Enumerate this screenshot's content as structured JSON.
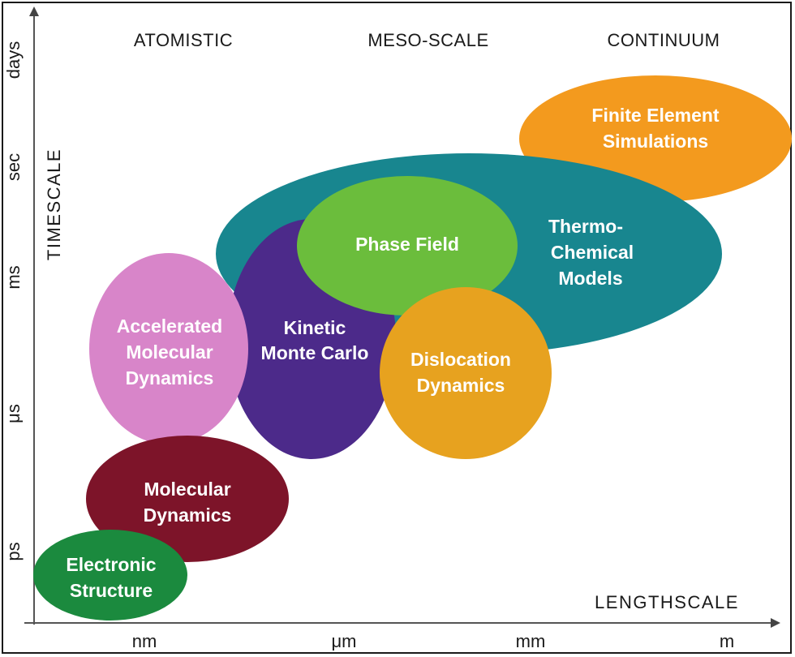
{
  "regions": {
    "atomistic": "ATOMISTIC",
    "meso": "MESO-SCALE",
    "continuum": "CONTINUUM"
  },
  "axes": {
    "y_title": "TIMESCALE",
    "x_title": "LENGTHSCALE",
    "y_ticks": [
      "days",
      "sec",
      "ms",
      "μs",
      "ps"
    ],
    "x_ticks": [
      "nm",
      "μm",
      "mm",
      "m"
    ]
  },
  "methods": {
    "finite_element": {
      "line1": "Finite Element",
      "line2": "Simulations",
      "color": "#f39a1e"
    },
    "thermo_chemical": {
      "line1": "Thermo-",
      "line2": "Chemical",
      "line3": "Models",
      "color": "#18868f"
    },
    "kinetic_mc": {
      "line1": "Kinetic",
      "line2": "Monte Carlo",
      "color": "#4c2a8a"
    },
    "phase_field": {
      "line1": "Phase Field",
      "color": "#6bbd3c"
    },
    "dislocation": {
      "line1": "Dislocation",
      "line2": "Dynamics",
      "color": "#e7a21f"
    },
    "accelerated_md": {
      "line1": "Accelerated",
      "line2": "Molecular",
      "line3": "Dynamics",
      "color": "#d885c9"
    },
    "molecular_dynamics": {
      "line1": "Molecular",
      "line2": "Dynamics",
      "color": "#7d1429"
    },
    "electronic_structure": {
      "line1": "Electronic",
      "line2": "Structure",
      "color": "#1b8a3e"
    }
  }
}
